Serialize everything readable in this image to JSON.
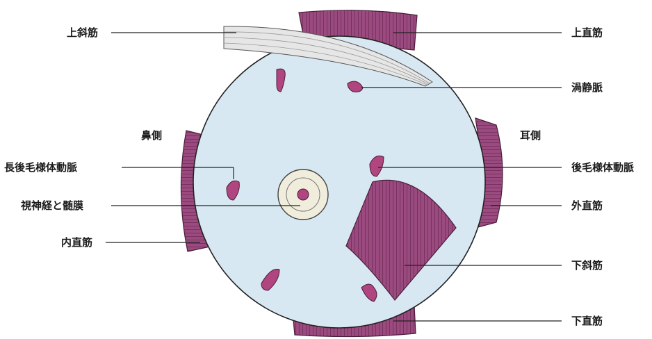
{
  "labels": {
    "superior_oblique": "上斜筋",
    "superior_rectus": "上直筋",
    "vortex_vein": "渦静脈",
    "nasal_side": "鼻側",
    "temporal_side": "耳側",
    "long_posterior_ciliary_artery": "長後毛様体動脈",
    "posterior_ciliary_artery": "後毛様体動脈",
    "optic_nerve_and_sheath": "視神経と髄膜",
    "lateral_rectus": "外直筋",
    "medial_rectus": "内直筋",
    "inferior_oblique": "下斜筋",
    "inferior_rectus": "下直筋"
  },
  "colors": {
    "globe_fill": "#d8e8f2",
    "muscle_fill": "#9a4a7e",
    "muscle_dark": "#6e2d58",
    "vessel_fill": "#b0457f",
    "tendon_fill": "#e6e6e6",
    "nerve_fill": "#f0eddc",
    "line_color": "#222222"
  }
}
